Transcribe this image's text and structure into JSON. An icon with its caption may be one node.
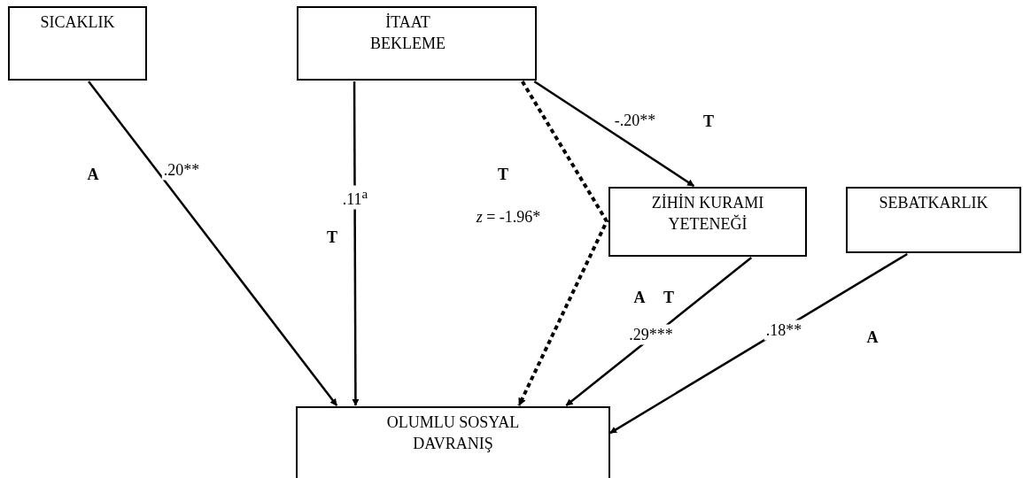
{
  "diagram": {
    "nodes": [
      {
        "text": [
          "SICAKLIK"
        ]
      },
      {
        "text": [
          "İTAAT BEKLEME"
        ]
      },
      {
        "text": [
          "ZİHİN KURAMI YETENEĞİ"
        ]
      },
      {
        "text": [
          "SEBATKARLIK"
        ]
      },
      {
        "text": [
          "OLUMLU SOSYAL DAVRANIŞ"
        ]
      }
    ],
    "edges": [
      {
        "from": 0,
        "to": 4,
        "arrow": "to",
        "label": ".20**"
      },
      {
        "from": 1,
        "to": 4,
        "arrow": "to",
        "label": ".11$^{a}$"
      },
      {
        "from": 1,
        "to": 4,
        "arrow": "to",
        "style": "dashed",
        "label": "*z* = -1.96*"
      },
      {
        "from": 1,
        "to": 2,
        "arrow": "to",
        "label": "-.20**"
      },
      {
        "from": 2,
        "to": 4,
        "arrow": "to",
        "label": ".29***"
      },
      {
        "from": 3,
        "to": 4,
        "arrow": "to",
        "label": ".18**"
      }
    ],
    "labels": [
      "T",
      "A",
      "T",
      "T",
      "A",
      "T",
      "A"
    ]
  }
}
